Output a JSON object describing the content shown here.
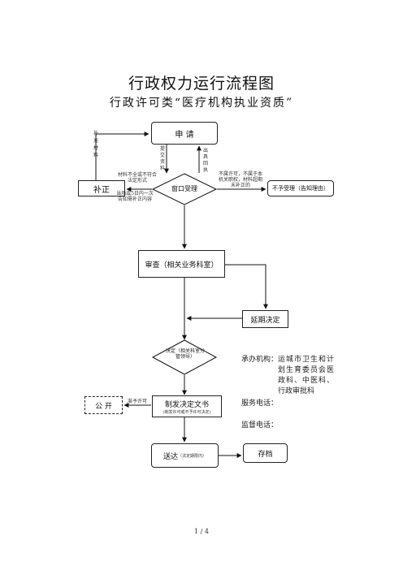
{
  "header": {
    "title": "行政权力运行流程图",
    "subtitle": "行政许可类“医疗机构执业资质”"
  },
  "nodes": {
    "apply": "申  请",
    "supplement": "补正",
    "window": "窗口受理",
    "reject": "不予受理（告知理由）",
    "review": "审查（相关业务科室）",
    "extend": "延期决定",
    "decision": "决定（相关科室分管领导）",
    "publish": "公  开",
    "issue_title": "制发决定文书",
    "issue_sub": "(制发许可或不予许可决定)",
    "deliver_title": "送达",
    "deliver_sub": "（法定期限内）",
    "archive": "存档"
  },
  "labels": {
    "supplement_materials": "补充材料",
    "submit_materials": "提交资料",
    "issue_receipt": "出具回执",
    "materials_incomplete": "材料不全或不符合法定形式",
    "notify_supplement": "当场或5日内一次告知需补正内容",
    "not_in_scope": "不属许可，不属于本机关职权，材料超期未补正的",
    "grant_permission": "准予许可"
  },
  "info": {
    "org_label": "承办机构：",
    "org_value": "运城市卫生和计划生育委员会医政科、中医科、行政审批科",
    "phone_label": "服务电话：",
    "supervise_label": "监督电话："
  },
  "footer": {
    "page": "1 / 4"
  }
}
